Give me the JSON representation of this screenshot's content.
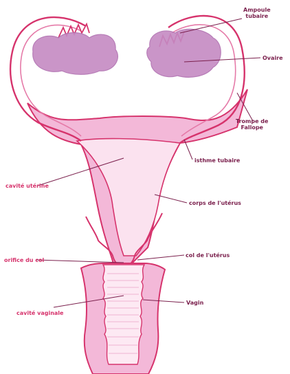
{
  "colors": {
    "outline": "#d6336c",
    "fill": "#f3b8d8",
    "ovary": "#c58ac3",
    "label_text": "#7a1f4c",
    "leader": "#7a1f4c"
  },
  "labels": {
    "ampoule_tubaire": "Ampoule\ntubaire",
    "ovaire": "Ovaire",
    "trompe_de_fallope": "Trompe de\nFallope",
    "isthme_tubaire": "isthme tubaire",
    "cavite_uterine": "cavité utérine",
    "corps_de_luterus": "corps de l'utérus",
    "orifice_du_col": "orifice du col",
    "col_de_luterus": "col de l'utérus",
    "cavite_vaginale": "cavité vaginale",
    "vagin": "Vagin"
  }
}
